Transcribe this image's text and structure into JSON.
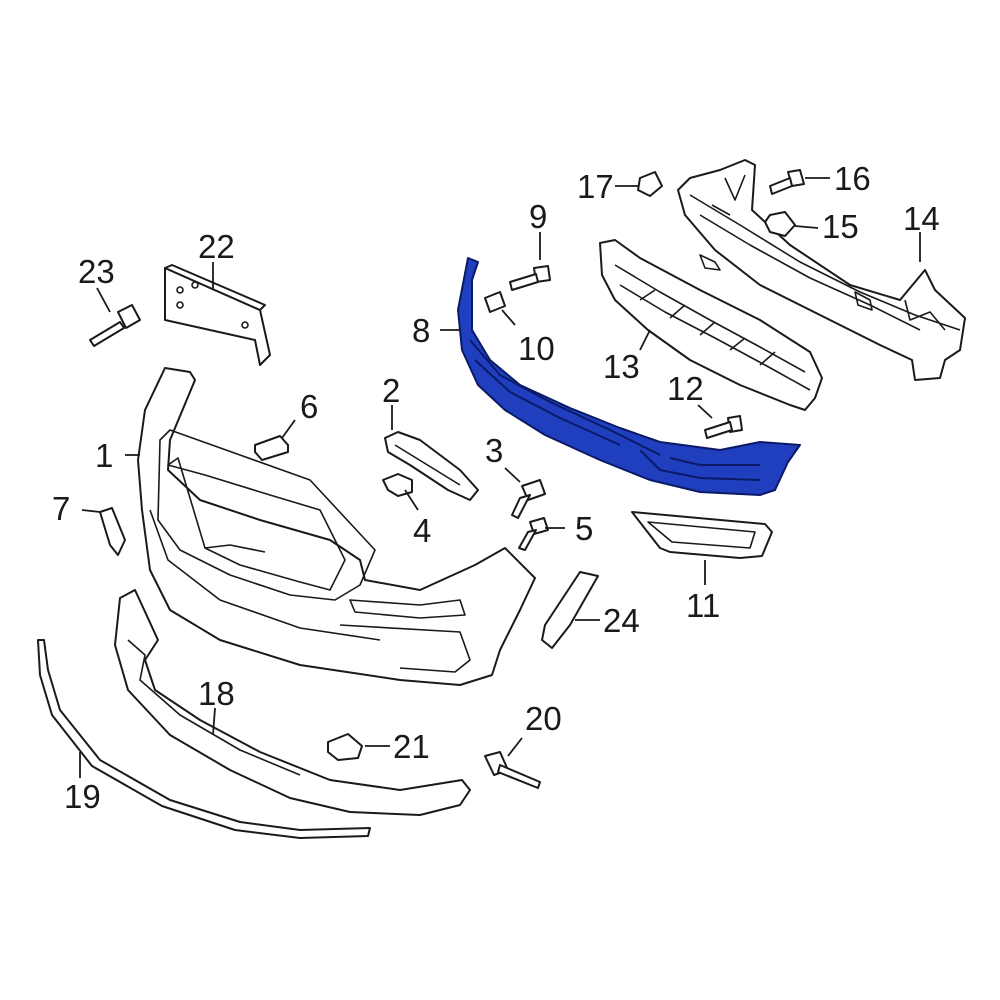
{
  "diagram": {
    "highlight_color": "#1f3fbf",
    "highlighted_part": "8",
    "callouts": [
      {
        "id": "c1",
        "label": "1"
      },
      {
        "id": "c2",
        "label": "2"
      },
      {
        "id": "c3",
        "label": "3"
      },
      {
        "id": "c4",
        "label": "4"
      },
      {
        "id": "c5",
        "label": "5"
      },
      {
        "id": "c6",
        "label": "6"
      },
      {
        "id": "c7",
        "label": "7"
      },
      {
        "id": "c8",
        "label": "8"
      },
      {
        "id": "c9",
        "label": "9"
      },
      {
        "id": "c10",
        "label": "10"
      },
      {
        "id": "c11",
        "label": "11"
      },
      {
        "id": "c12",
        "label": "12"
      },
      {
        "id": "c13",
        "label": "13"
      },
      {
        "id": "c14",
        "label": "14"
      },
      {
        "id": "c15",
        "label": "15"
      },
      {
        "id": "c16",
        "label": "16"
      },
      {
        "id": "c17",
        "label": "17"
      },
      {
        "id": "c18",
        "label": "18"
      },
      {
        "id": "c19",
        "label": "19"
      },
      {
        "id": "c20",
        "label": "20"
      },
      {
        "id": "c21",
        "label": "21"
      },
      {
        "id": "c22",
        "label": "22"
      },
      {
        "id": "c23",
        "label": "23"
      },
      {
        "id": "c24",
        "label": "24"
      }
    ]
  }
}
